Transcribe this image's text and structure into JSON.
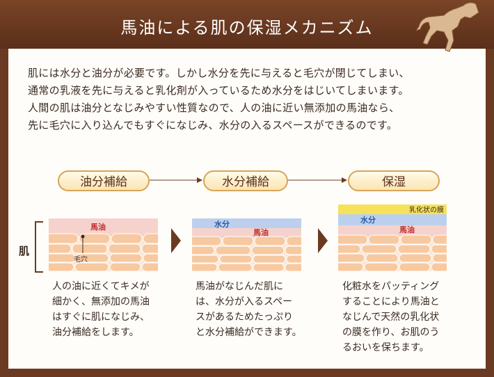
{
  "title": "馬油による肌の保湿メカニズム",
  "intro": [
    "肌には水分と油分が必要です。しかし水分を先に与えると毛穴が閉じてしまい、",
    "通常の乳液を先に与えると乳化剤が入っているため水分をはじいてしまいます。",
    "人間の肌は油分となじみやすい性質なので、人の油に近い無添加の馬油なら、",
    "先に毛穴に入り込んでもすぐになじみ、水分の入るスペースができるのです。"
  ],
  "steps": [
    {
      "label": "油分補給"
    },
    {
      "label": "水分補給"
    },
    {
      "label": "保湿"
    }
  ],
  "skin_label": "肌",
  "diagram_labels": {
    "horse_oil": "馬油",
    "pore": "毛穴",
    "water": "水分",
    "emulsion_film": "乳化状の膜"
  },
  "descriptions": [
    [
      "人の油に近くてキメが",
      "細かく、無添加の馬油",
      "はすぐに肌になじみ、",
      "油分補給をします。"
    ],
    [
      "馬油がなじんだ肌に",
      "は、水分が入るスペー",
      "スがあるためたっぷり",
      "と水分補給ができます。"
    ],
    [
      "化粧水をパッティング",
      "することにより馬油と",
      "なじんで天然の乳化状",
      "の膜を作り、お肌のう",
      "るおいを保ちます。"
    ]
  ],
  "colors": {
    "brown": "#6b3a22",
    "oil_pink": "#f6d2cc",
    "water_blue": "#bcd0ee",
    "film_yellow": "#f5e15a",
    "cell": "#f7c9a0"
  }
}
